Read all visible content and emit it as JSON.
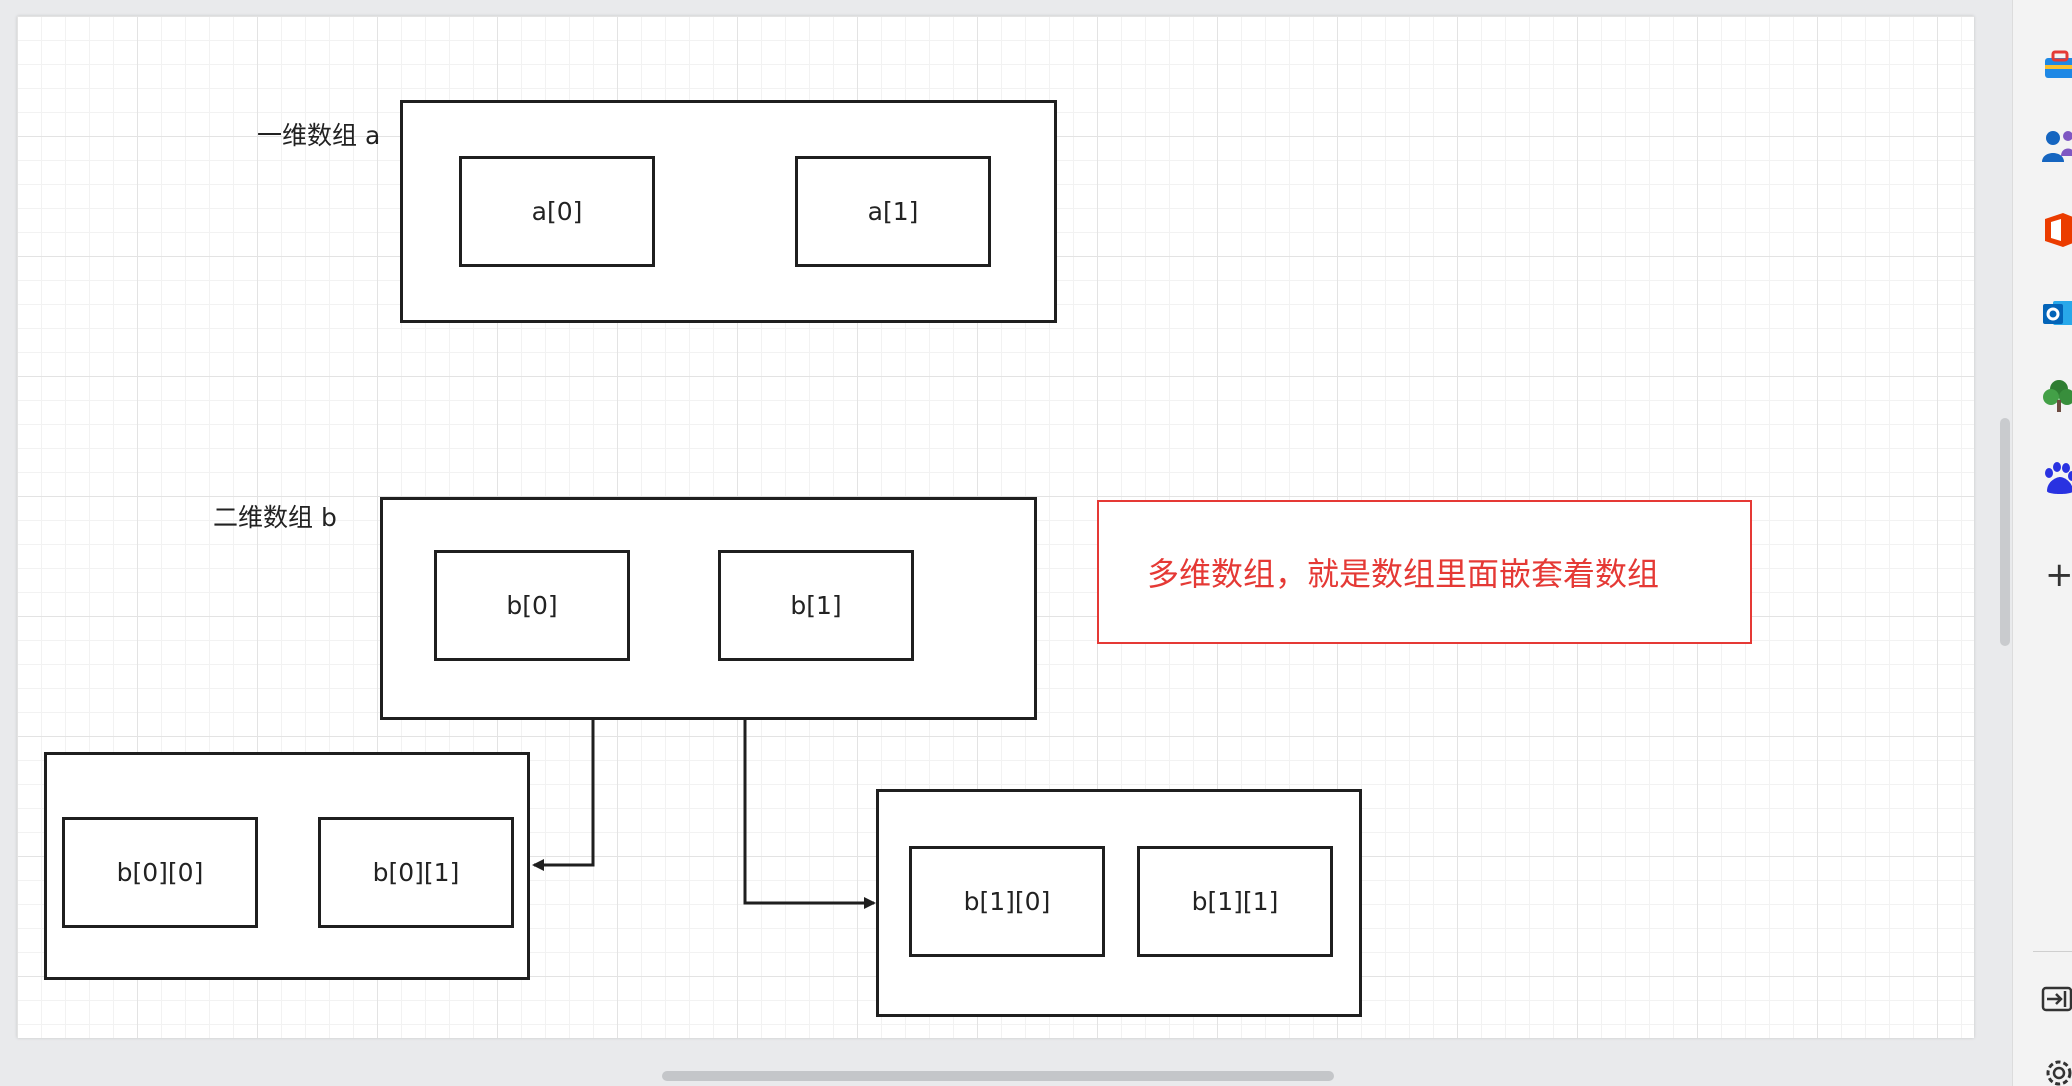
{
  "diagram": {
    "label_a": "一维数组 a",
    "label_b": "二维数组 b",
    "a_cells": [
      "a[0]",
      "a[1]"
    ],
    "b_cells": [
      "b[0]",
      "b[1]"
    ],
    "b0_cells": [
      "b[0][0]",
      "b[0][1]"
    ],
    "b1_cells": [
      "b[1][0]",
      "b[1][1]"
    ],
    "note": "多维数组，就是数组里面嵌套着数组"
  },
  "colors": {
    "stroke": "#1f1f1f",
    "note_red": "#e53935",
    "grid_major": "#e3e3e3",
    "grid_minor": "#f2f2f2"
  },
  "sidebar": {
    "icons": [
      "toolbox-icon",
      "people-icon",
      "office-icon",
      "outlook-icon",
      "tree-icon",
      "baidu-icon",
      "plus-icon",
      "exit-panel-icon",
      "settings-icon"
    ],
    "plus_label": "+"
  }
}
